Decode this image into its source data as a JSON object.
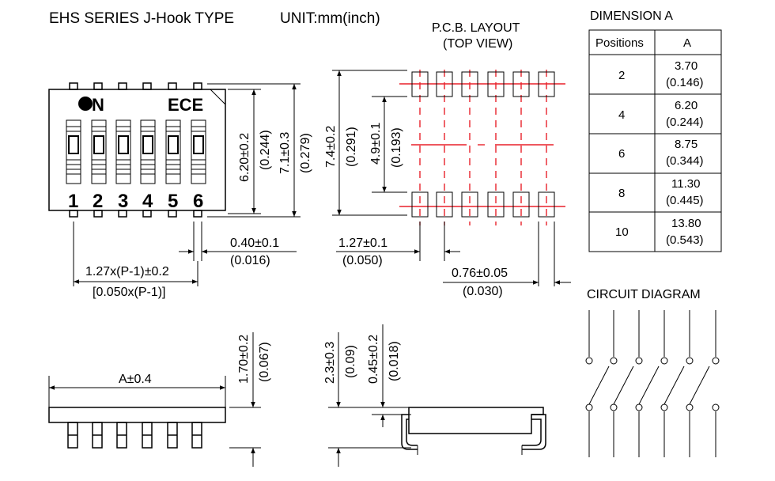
{
  "header": {
    "title": "EHS SERIES J-Hook TYPE",
    "unit": "UNIT:mm(inch)"
  },
  "pcb": {
    "title_line1": "P.C.B. LAYOUT",
    "title_line2": "(TOP VIEW)"
  },
  "dimension_table": {
    "title": "DIMENSION A",
    "col_positions": "Positions",
    "col_a": "A",
    "rows": [
      {
        "pos": "2",
        "mm": "3.70",
        "inch": "(0.146)"
      },
      {
        "pos": "4",
        "mm": "6.20",
        "inch": "(0.244)"
      },
      {
        "pos": "6",
        "mm": "8.75",
        "inch": "(0.344)"
      },
      {
        "pos": "8",
        "mm": "11.30",
        "inch": "(0.445)"
      },
      {
        "pos": "10",
        "mm": "13.80",
        "inch": "(0.543)"
      }
    ]
  },
  "circuit": {
    "title": "CIRCUIT DIAGRAM"
  },
  "switch_body": {
    "on_label": "ON",
    "brand": "ECE",
    "numbers": [
      "1",
      "2",
      "3",
      "4",
      "5",
      "6"
    ]
  },
  "dims": {
    "d620": "6.20±0.2",
    "d620_in": "(0.244)",
    "d71": "7.1±0.3",
    "d71_in": "(0.279)",
    "d74": "7.4±0.2",
    "d74_in": "(0.291)",
    "d49": "4.9±0.1",
    "d49_in": "(0.193)",
    "d040": "0.40±0.1",
    "d040_in": "(0.016)",
    "d127": "1.27±0.1",
    "d127_in": "(0.050)",
    "pitch": "1.27x(P-1)±0.2",
    "pitch_in": "[0.050x(P-1)]",
    "d076": "0.76±0.05",
    "d076_in": "(0.030)",
    "a04": "A±0.4",
    "d170": "1.70±0.2",
    "d170_in": "(0.067)",
    "d23": "2.3±0.3",
    "d23_in": "(0.09)",
    "d045": "0.45±0.2",
    "d045_in": "(0.018)"
  }
}
